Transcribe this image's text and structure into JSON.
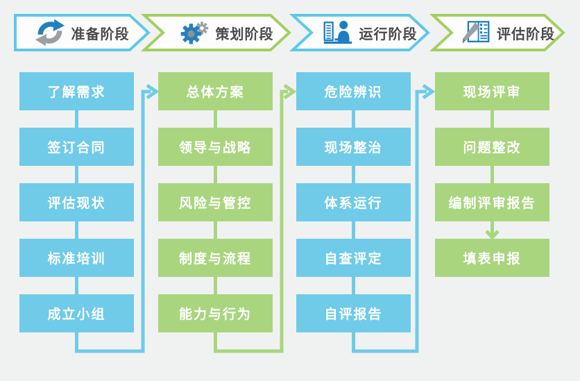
{
  "colors": {
    "background": "#f0f2f2",
    "box_blue": "#6fcbe8",
    "box_green": "#a9d57f",
    "banner_border_blue": "#5ec8e9",
    "banner_border_green": "#a3cf62",
    "banner_fill": "#fdfdfd",
    "header_text": "#4a4a4b",
    "box_text": "#ffffff",
    "icon_blue": "#2280bf",
    "icon_gray": "#9aa0a4"
  },
  "phases": [
    {
      "label": "准备阶段",
      "icon": "sync-arrows-icon",
      "color": "blue",
      "items": [
        "了解需求",
        "签订合同",
        "评估现状",
        "标准培训",
        "成立小组"
      ]
    },
    {
      "label": "策划阶段",
      "icon": "gears-icon",
      "color": "green",
      "items": [
        "总体方案",
        "领导与战略",
        "风险与管控",
        "制度与流程",
        "能力与行为"
      ]
    },
    {
      "label": "运行阶段",
      "icon": "person-computer-icon",
      "color": "blue",
      "items": [
        "危险辨识",
        "现场整治",
        "体系运行",
        "自查评定",
        "自评报告"
      ]
    },
    {
      "label": "评估阶段",
      "icon": "book-pencil-icon",
      "color": "green",
      "items": [
        "现场评审",
        "问题整改",
        "编制评审报告",
        "填表申报"
      ]
    }
  ]
}
